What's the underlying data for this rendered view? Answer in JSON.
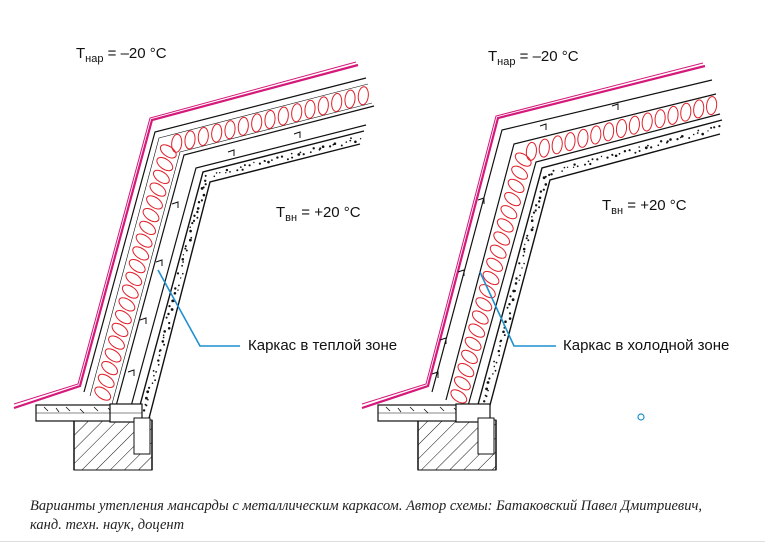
{
  "left_panel": {
    "t_outer": {
      "base": "T",
      "sub": "нар",
      "value": " = –20 °C"
    },
    "t_inner": {
      "base": "T",
      "sub": "вн",
      "value": " = +20 °C"
    },
    "callout": "Каркас в теплой зоне"
  },
  "right_panel": {
    "t_outer": {
      "base": "T",
      "sub": "нар",
      "value": " = –20 °C"
    },
    "t_inner": {
      "base": "T",
      "sub": "вн",
      "value": " = +20 °C"
    },
    "callout": "Каркас в холодной зоне"
  },
  "caption": "Варианты утепления мансарды с металлическим каркасом. Автор схемы: Батаковский Павел Дмитриевич, канд. техн. наук, доцент",
  "colors": {
    "membrane": "#d4197a",
    "insulation": "#e0202a",
    "leader": "#1f8fd0",
    "line": "#111111"
  }
}
